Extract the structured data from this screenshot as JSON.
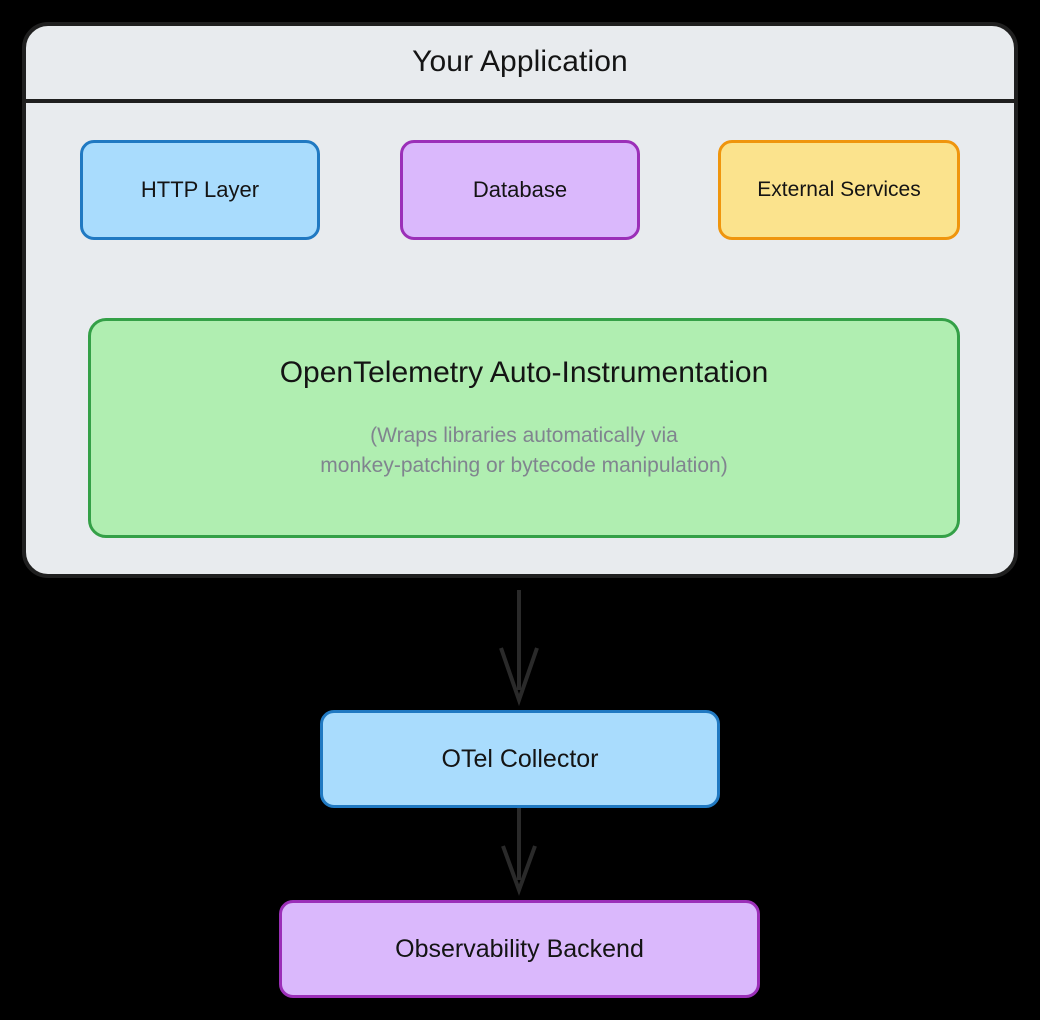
{
  "diagram": {
    "title": "Your Application",
    "background_color": "#000000",
    "container": {
      "label": "Your Application",
      "fill": "#e8ebee",
      "stroke": "#1f1f1f"
    },
    "nodes": [
      {
        "id": "http-layer",
        "label": "HTTP Layer",
        "fill": "#a9dcfd",
        "stroke": "#2079c2"
      },
      {
        "id": "database",
        "label": "Database",
        "fill": "#dab8fc",
        "stroke": "#9b2fb8"
      },
      {
        "id": "external-services",
        "label": "External Services",
        "fill": "#fbe38d",
        "stroke": "#ef950d"
      },
      {
        "id": "otel-auto-instrumentation",
        "label": "OpenTelemetry Auto-Instrumentation",
        "subtitle_line1": "(Wraps libraries automatically via",
        "subtitle_line2": "monkey-patching or bytecode manipulation)",
        "subtitle_color": "#80848f",
        "fill": "#b0eeb1",
        "stroke": "#34a047"
      },
      {
        "id": "otel-collector",
        "label": "OTel Collector",
        "fill": "#a9dcfd",
        "stroke": "#2079c2"
      },
      {
        "id": "observability-backend",
        "label": "Observability Backend",
        "fill": "#dab8fc",
        "stroke": "#9b2fb8"
      }
    ],
    "edges": [
      {
        "id": "edge-http-to-otel",
        "from": "http-layer",
        "to": "otel-auto-instrumentation",
        "color": "#1f1f1f"
      },
      {
        "id": "edge-database-to-otel",
        "from": "database",
        "to": "otel-auto-instrumentation",
        "color": "#1f1f1f"
      },
      {
        "id": "edge-external-to-otel",
        "from": "external-services",
        "to": "otel-auto-instrumentation",
        "color": "#1f1f1f"
      },
      {
        "id": "edge-app-to-collector",
        "from": "otel-auto-instrumentation",
        "to": "otel-collector",
        "color": "#2a2a2a"
      },
      {
        "id": "edge-collector-to-backend",
        "from": "otel-collector",
        "to": "observability-backend",
        "color": "#2a2a2a"
      }
    ]
  }
}
